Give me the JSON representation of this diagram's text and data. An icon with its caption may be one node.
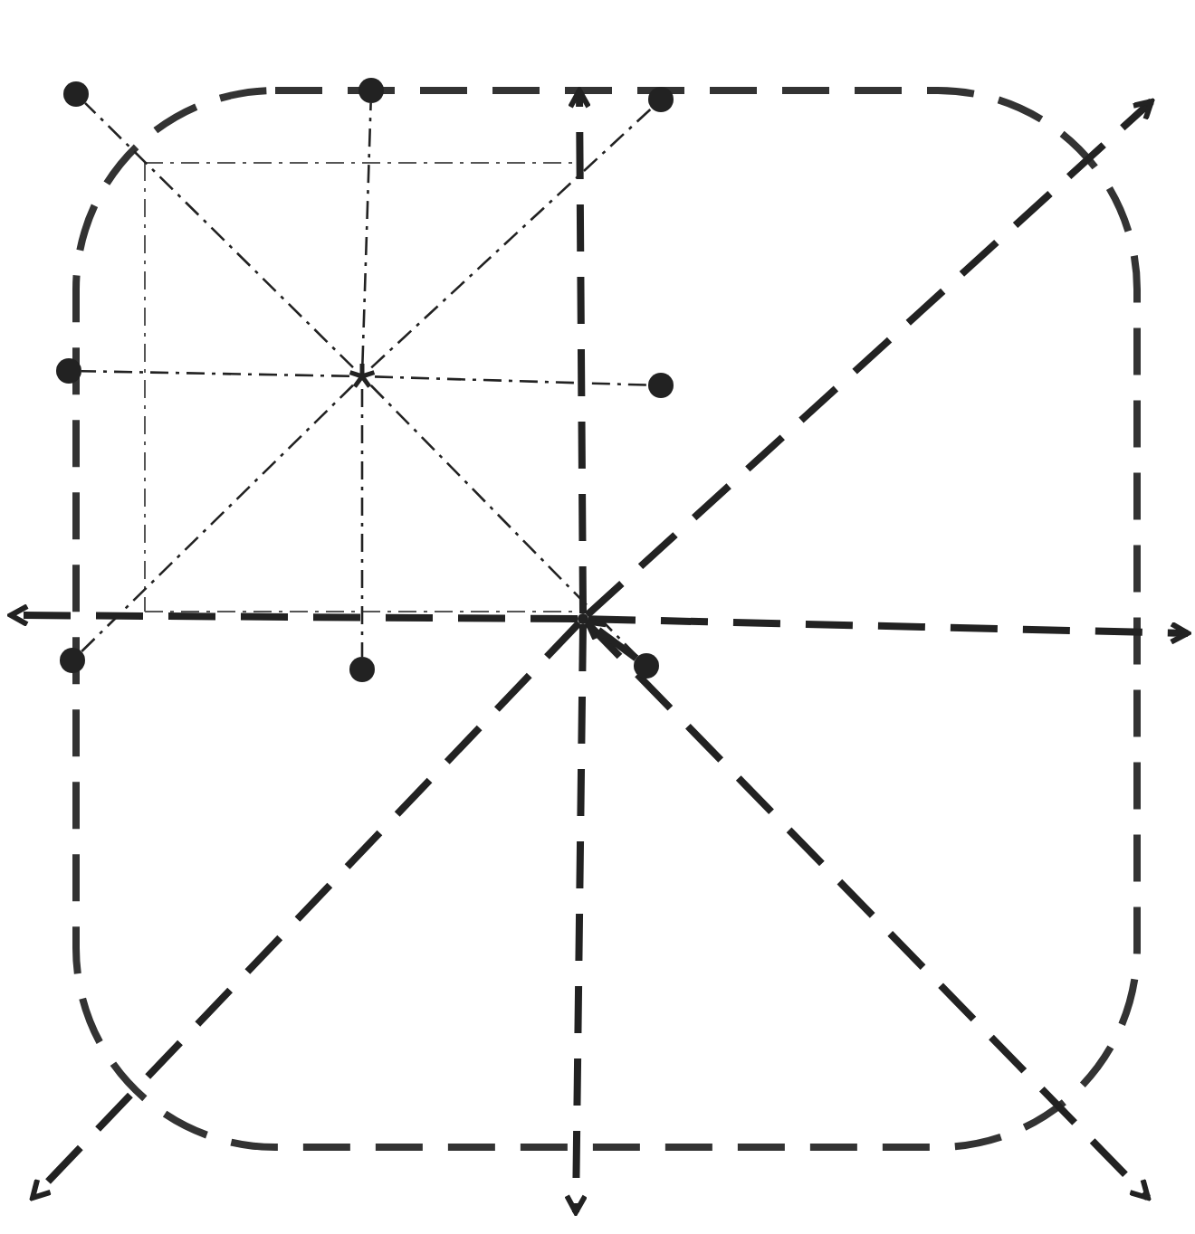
{
  "diagram": {
    "nodes": [
      {
        "text": [],
        "shape": "star"
      },
      {
        "text": [],
        "shape": "circle"
      },
      {
        "text": [],
        "shape": "circle"
      },
      {
        "text": [],
        "shape": "circle"
      },
      {
        "text": [],
        "shape": "circle"
      },
      {
        "text": [],
        "shape": "circle"
      },
      {
        "text": [],
        "shape": "circle"
      },
      {
        "text": [],
        "shape": "circle"
      },
      {
        "text": [],
        "shape": "circle"
      },
      {
        "text": [],
        "shape": "circle"
      }
    ],
    "edges": [
      {
        "from": 0,
        "to": 1,
        "arrow": "none",
        "style": "dashed"
      },
      {
        "from": 0,
        "to": 2,
        "arrow": "none",
        "style": "dashed"
      },
      {
        "from": 0,
        "to": 3,
        "arrow": "none",
        "style": "dashed"
      },
      {
        "from": 0,
        "to": 4,
        "arrow": "none",
        "style": "dashed"
      },
      {
        "from": 0,
        "to": 5,
        "arrow": "none",
        "style": "dashed"
      },
      {
        "from": 0,
        "to": 6,
        "arrow": "none",
        "style": "dashed"
      },
      {
        "from": 0,
        "to": 7,
        "arrow": "none",
        "style": "dashed"
      },
      {
        "from": 0,
        "to": 8,
        "arrow": "none",
        "style": "dashed"
      },
      {
        "from": 9,
        "to": null,
        "arrow": "to",
        "style": "dashed"
      },
      {
        "from": 9,
        "to": null,
        "arrow": "to",
        "style": "dashed"
      },
      {
        "from": 9,
        "to": null,
        "arrow": "to",
        "style": "dashed"
      },
      {
        "from": 9,
        "to": null,
        "arrow": "to",
        "style": "dashed"
      },
      {
        "from": 9,
        "to": null,
        "arrow": "to",
        "style": "dashed"
      },
      {
        "from": 9,
        "to": null,
        "arrow": "to",
        "style": "dashed"
      },
      {
        "from": 9,
        "to": null,
        "arrow": "to",
        "style": "dashed"
      },
      {
        "from": 8,
        "to": 9,
        "arrow": "to",
        "style": "dashed"
      }
    ]
  }
}
